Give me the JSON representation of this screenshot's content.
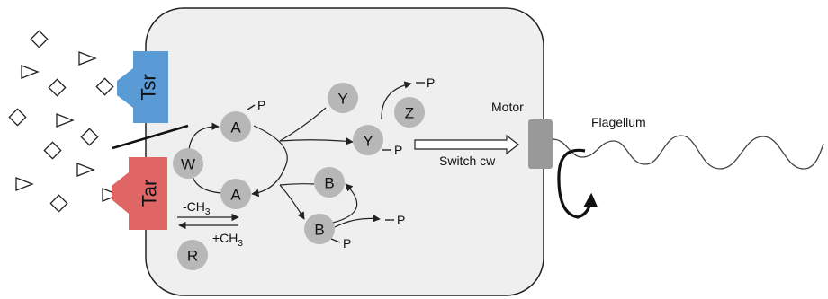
{
  "receptors": {
    "tsr": {
      "label": "Tsr",
      "color": "#5b9bd5"
    },
    "tar": {
      "label": "Tar",
      "color": "#e06666"
    }
  },
  "nodes": {
    "a_top": "A",
    "a_bottom": "A",
    "w": "W",
    "r": "R",
    "y_top": "Y",
    "y_mid": "Y",
    "z": "Z",
    "b_top": "B",
    "b_bottom": "B"
  },
  "phospho_label": "P",
  "methyl": {
    "minus": "-CH",
    "plus": "+CH",
    "subscript": "3"
  },
  "switch_label": "Switch cw",
  "motor_label": "Motor",
  "flagellum_label": "Flagellum",
  "colors": {
    "cell_fill": "#efefef",
    "cell_stroke": "#222222",
    "node_fill": "#b7b7b7",
    "motor": "#999999",
    "ligand_stroke": "#222222"
  }
}
